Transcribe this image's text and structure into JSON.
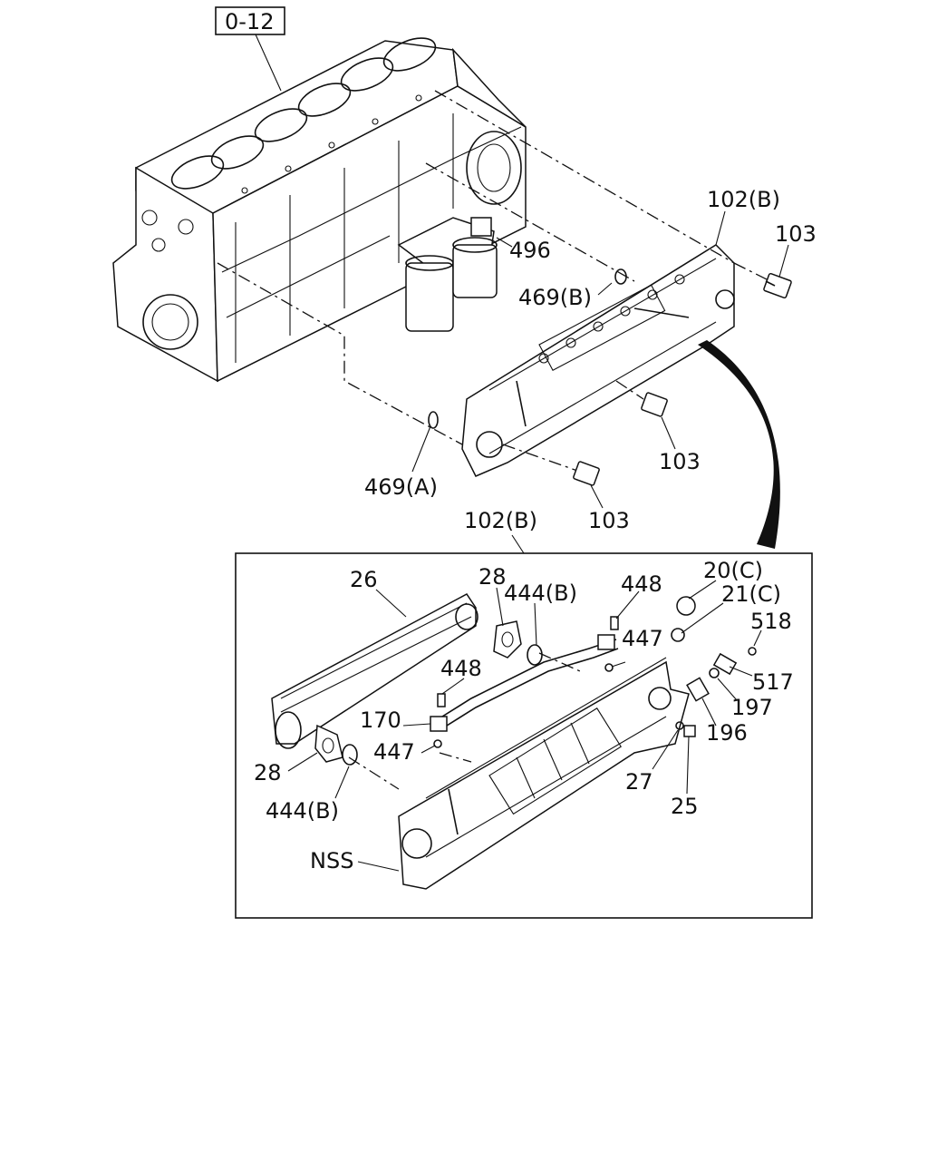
{
  "ref_box": "0-12",
  "callouts": {
    "c496": "496",
    "c469b": "469(B)",
    "c469a": "469(A)",
    "c102b_top": "102(B)",
    "c103_a": "103",
    "c103_b": "103",
    "c103_c": "103",
    "c102b_detail": "102(B)",
    "c26": "26",
    "c28_a": "28",
    "c444b_a": "444(B)",
    "c448_a": "448",
    "c447_a": "447",
    "c448_b": "448",
    "c170": "170",
    "c447_b": "447",
    "c28_b": "28",
    "c444b_b": "444(B)",
    "cNSS": "NSS",
    "c20c": "20(C)",
    "c21c": "21(C)",
    "c518": "518",
    "c517": "517",
    "c197": "197",
    "c196": "196",
    "c27": "27",
    "c25": "25"
  }
}
